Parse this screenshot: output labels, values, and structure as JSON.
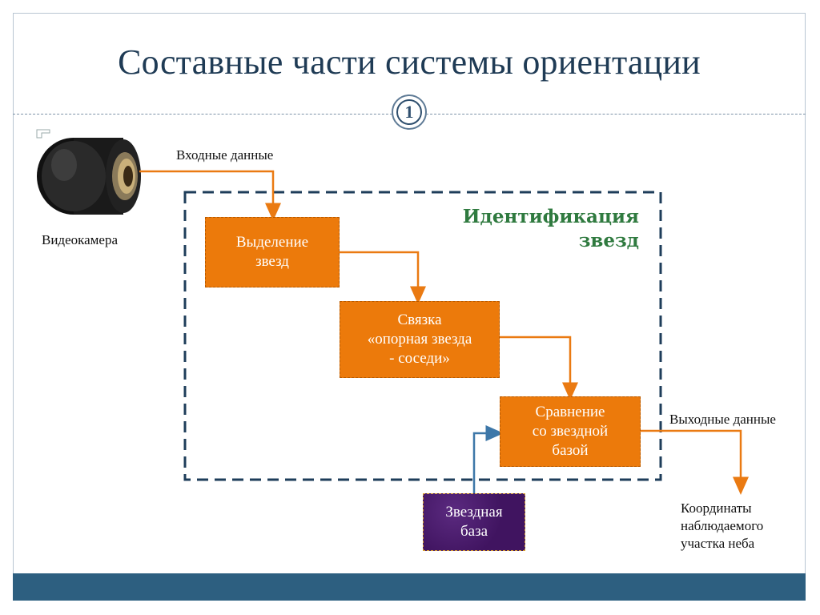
{
  "slide": {
    "title": "Составные части системы ориентации",
    "page_badge": "1"
  },
  "camera": {
    "icon": "video-camera-icon",
    "label": "Видеокамера"
  },
  "labels": {
    "input_data": "Входные данные",
    "output_data": "Выходные данные",
    "result_lines": [
      "Координаты",
      "наблюдаемого",
      "участка неба"
    ]
  },
  "identification": {
    "title_lines": [
      "Идентификация",
      "звезд"
    ]
  },
  "boxes": {
    "star_extraction": [
      "Выделение",
      "звезд"
    ],
    "binding": [
      "Связка",
      "«опорная звезда",
      "- соседи»"
    ],
    "comparison": [
      "Сравнение",
      "со звездной",
      "базой"
    ],
    "star_base": [
      "Звездная",
      "база"
    ]
  },
  "colors": {
    "title": "#1f3b55",
    "accent_orange": "#ec7a0b",
    "arrow_orange": "#ea7a12",
    "arrow_blue": "#3d77a8",
    "dashed_frame": "#1e3d5a",
    "identification_text": "#2f7a3f",
    "star_base_fill": "#4a1a6b",
    "footer_bar": "#2d5f80"
  }
}
